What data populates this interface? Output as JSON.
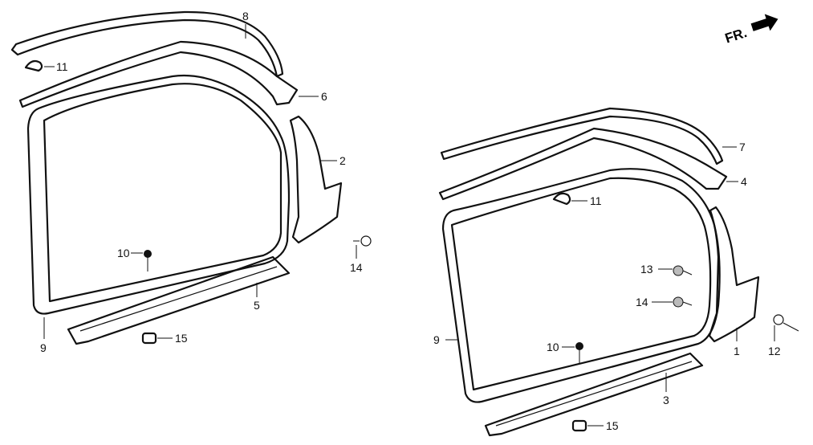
{
  "direction_marker": {
    "text": "FR.",
    "icon": "forward-arrow-icon"
  },
  "left_assembly": {
    "callouts": [
      "8",
      "11",
      "6",
      "2",
      "10",
      "14",
      "5",
      "9",
      "15"
    ]
  },
  "right_assembly": {
    "callouts": [
      "7",
      "4",
      "11",
      "13",
      "14",
      "1",
      "12",
      "10",
      "9",
      "3",
      "15"
    ]
  }
}
